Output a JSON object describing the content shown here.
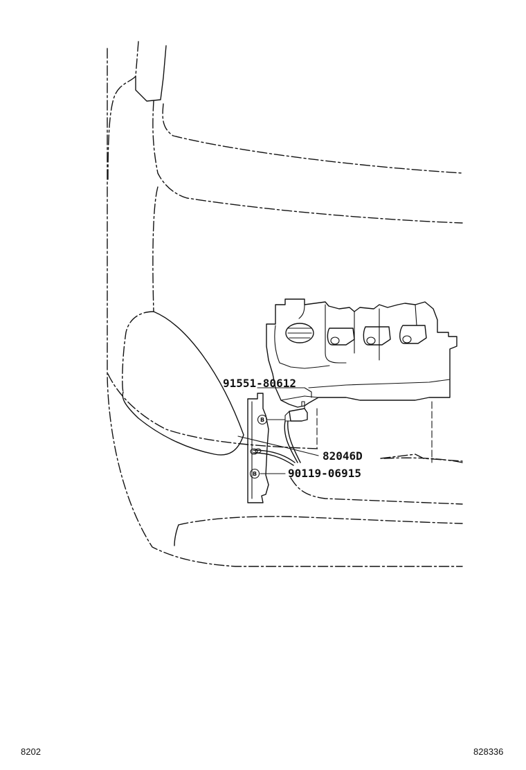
{
  "parts": [
    {
      "id": "p1",
      "number": "91551-80612",
      "badge": "B"
    },
    {
      "id": "p2",
      "number": "82046D",
      "badge": ""
    },
    {
      "id": "p3",
      "number": "90119-06915",
      "badge": "B"
    }
  ],
  "footer": {
    "left_code": "8202",
    "right_code": "828336"
  }
}
